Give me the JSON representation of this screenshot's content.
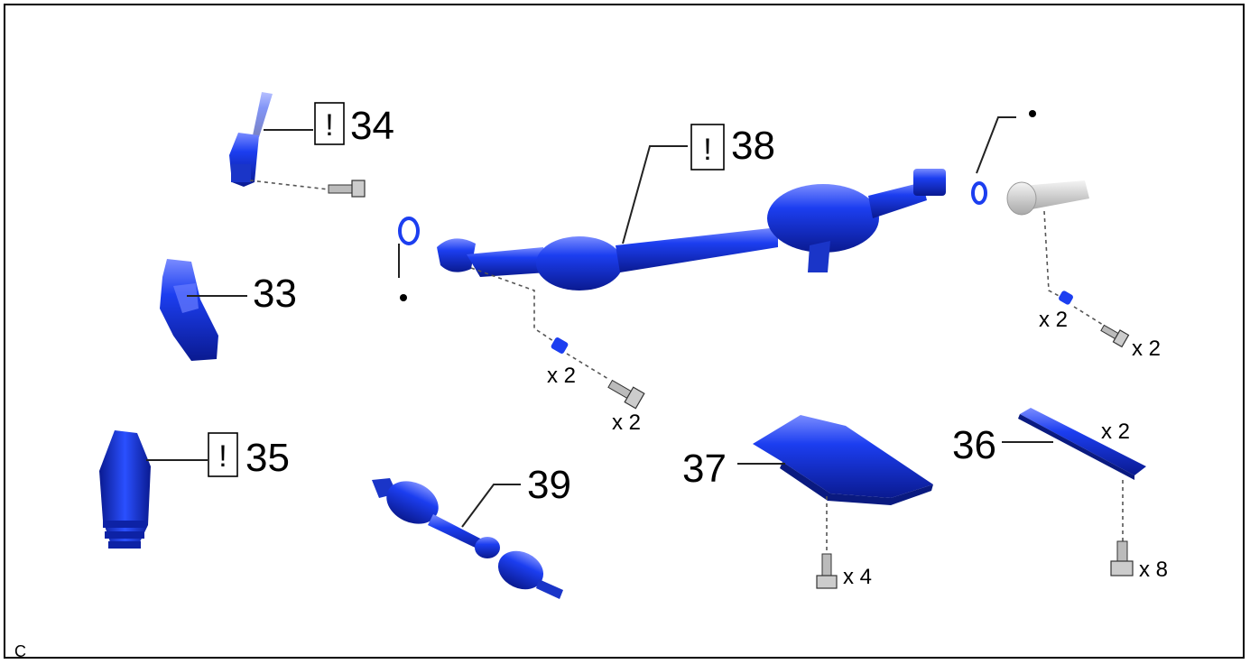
{
  "parts": {
    "p34": {
      "number": "34",
      "attention_icon": "!",
      "label": "34"
    },
    "p33": {
      "number": "33"
    },
    "p35": {
      "number": "35",
      "attention_icon": "!"
    },
    "p38": {
      "number": "38",
      "attention_icon": "!"
    },
    "p39": {
      "number": "39"
    },
    "p37": {
      "number": "37"
    },
    "p36": {
      "number": "36"
    }
  },
  "quantities": {
    "front_nut": "x 2",
    "front_bolt": "x 2",
    "rear_nut": "x 2",
    "rear_bolt": "x 2",
    "p36_count": "x 2",
    "p37_bolts": "x 4",
    "p36_bolts": "x 8"
  },
  "corner_code": "C",
  "colors": {
    "part_blue": "#1434d4",
    "part_dark": "#0a1a8a",
    "pipe_gray": "#d0d0d0"
  }
}
